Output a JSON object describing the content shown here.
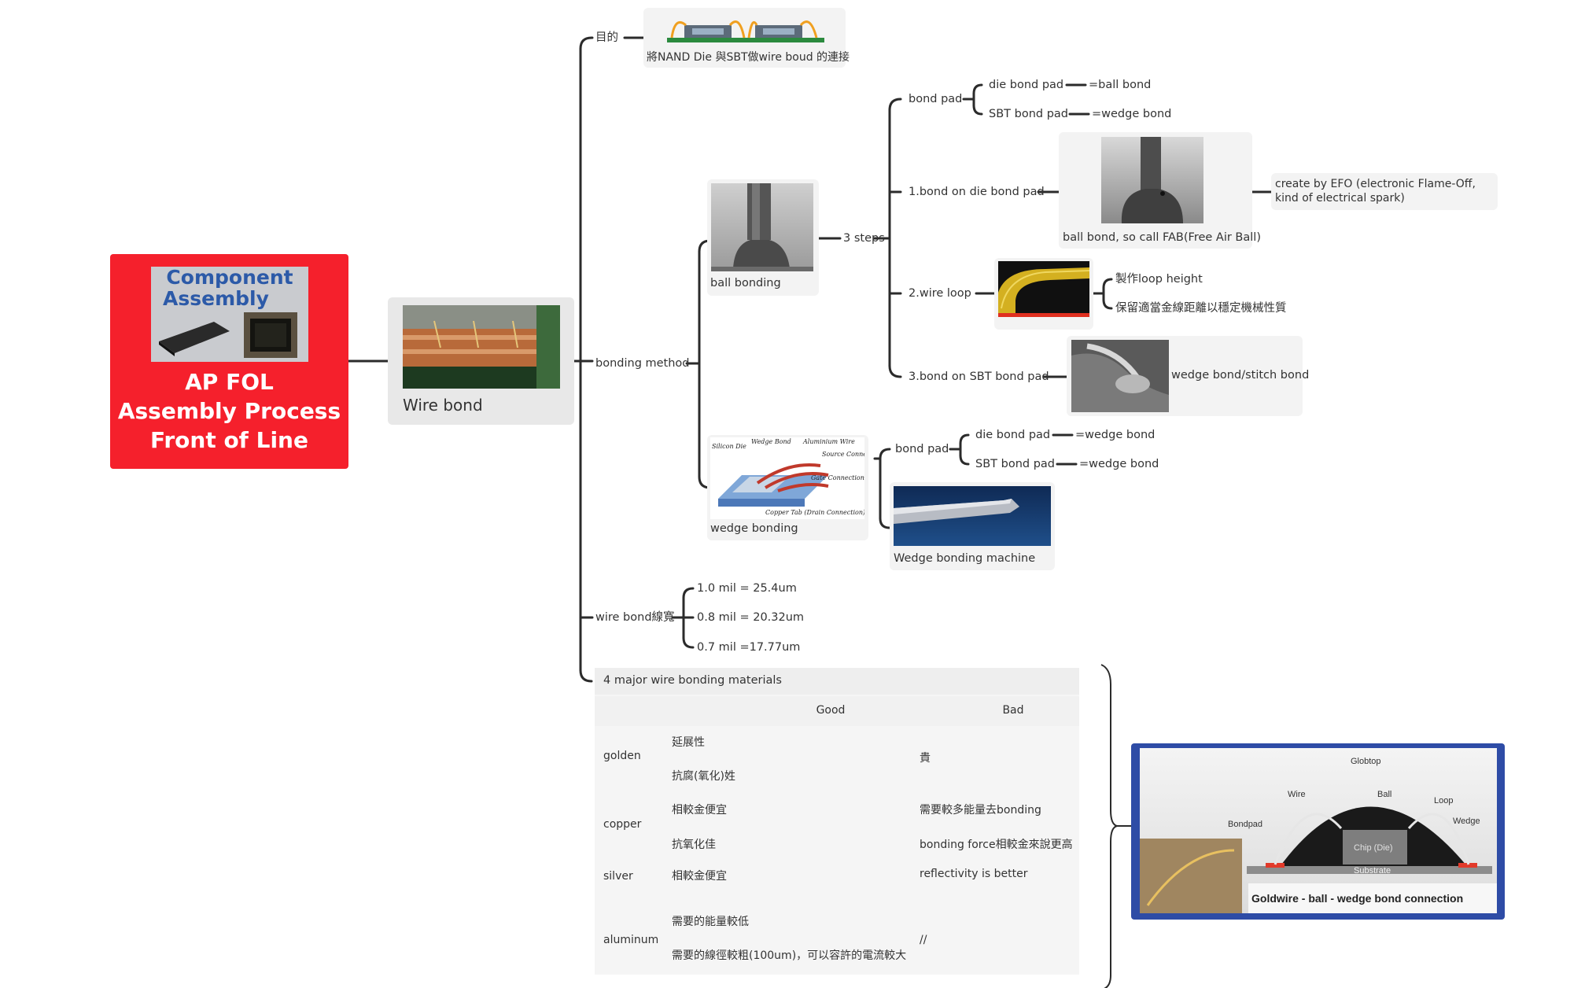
{
  "root": {
    "image_text": [
      "Component",
      "Assembly"
    ],
    "title_lines": [
      "AP FOL",
      "Assembly Process",
      "Front of Line"
    ]
  },
  "main": {
    "label": "Wire bond"
  },
  "branches": {
    "purpose": {
      "label": "目的",
      "caption": "將NAND Die 與SBT做wire boud 的連接"
    },
    "bonding_method": {
      "label": "bonding method",
      "ball_bonding": {
        "caption": "ball bonding",
        "steps_label": "3 steps",
        "bond_pad": {
          "label": "bond pad",
          "die_bond_pad": "die bond pad",
          "die_bond_pad_value": "=ball bond",
          "sbt_bond_pad": "SBT bond pad",
          "sbt_bond_pad_value": "=wedge bond"
        },
        "step1": {
          "label": "1.bond on die bond pad",
          "caption": "ball bond, so call FAB(Free Air Ball)",
          "note": "create by EFO (electronic Flame-Off, kind of electrical spark)"
        },
        "step2": {
          "label": "2.wire loop",
          "notes": [
            "製作loop height",
            "保留適當金線距離以穩定機械性質"
          ]
        },
        "step3": {
          "label": "3.bond on SBT bond pad",
          "caption": "wedge bond/stitch bond"
        }
      },
      "wedge_bonding": {
        "caption": "wedge bonding",
        "image_labels": [
          "Silicon Die",
          "Wedge Bond",
          "Aluminium Wire",
          "Source Connection",
          "Gate Connection",
          "Copper Tab (Drain Connection)"
        ],
        "bond_pad": {
          "label": "bond pad",
          "die_bond_pad": "die bond pad",
          "die_bond_pad_value": "=wedge bond",
          "sbt_bond_pad": "SBT bond pad",
          "sbt_bond_pad_value": "=wedge bond"
        },
        "machine_caption": "Wedge bonding machine"
      }
    },
    "wire_width": {
      "label": "wire bond線寬",
      "items": [
        "1.0 mil = 25.4um",
        "0.8 mil = 20.32um",
        "0.7 mil =17.77um"
      ]
    },
    "materials": {
      "title": "4 major wire bonding materials",
      "columns": [
        "Good",
        "Bad"
      ],
      "rows": [
        {
          "name": "golden",
          "good": [
            "延展性",
            "抗腐(氧化)姓"
          ],
          "bad": [
            "貴"
          ]
        },
        {
          "name": "copper",
          "good": [
            "相較金便宜",
            "抗氧化佳"
          ],
          "bad": [
            "需要較多能量去bonding",
            "bonding force相較金來說更高"
          ]
        },
        {
          "name": "silver",
          "good": [
            "相較金便宜"
          ],
          "bad": [
            "reflectivity is better"
          ]
        },
        {
          "name": "aluminum",
          "good": [
            "需要的能量較低",
            "需要的線徑較粗(100um)，可以容許的電流較大"
          ],
          "bad": [
            "//"
          ]
        }
      ]
    },
    "goldwire_image": {
      "labels": [
        "Globtop",
        "Wire",
        "Ball",
        "Loop",
        "Bondpad",
        "Wedge",
        "Chip (Die)",
        "Substrate"
      ],
      "caption": "Goldwire - ball - wedge bond connection"
    }
  },
  "colors": {
    "root_bg": "#f5202c",
    "line": "#2b2b2b",
    "card": "#f3f3f3",
    "goldwire_frame": "#2e4ca6"
  }
}
